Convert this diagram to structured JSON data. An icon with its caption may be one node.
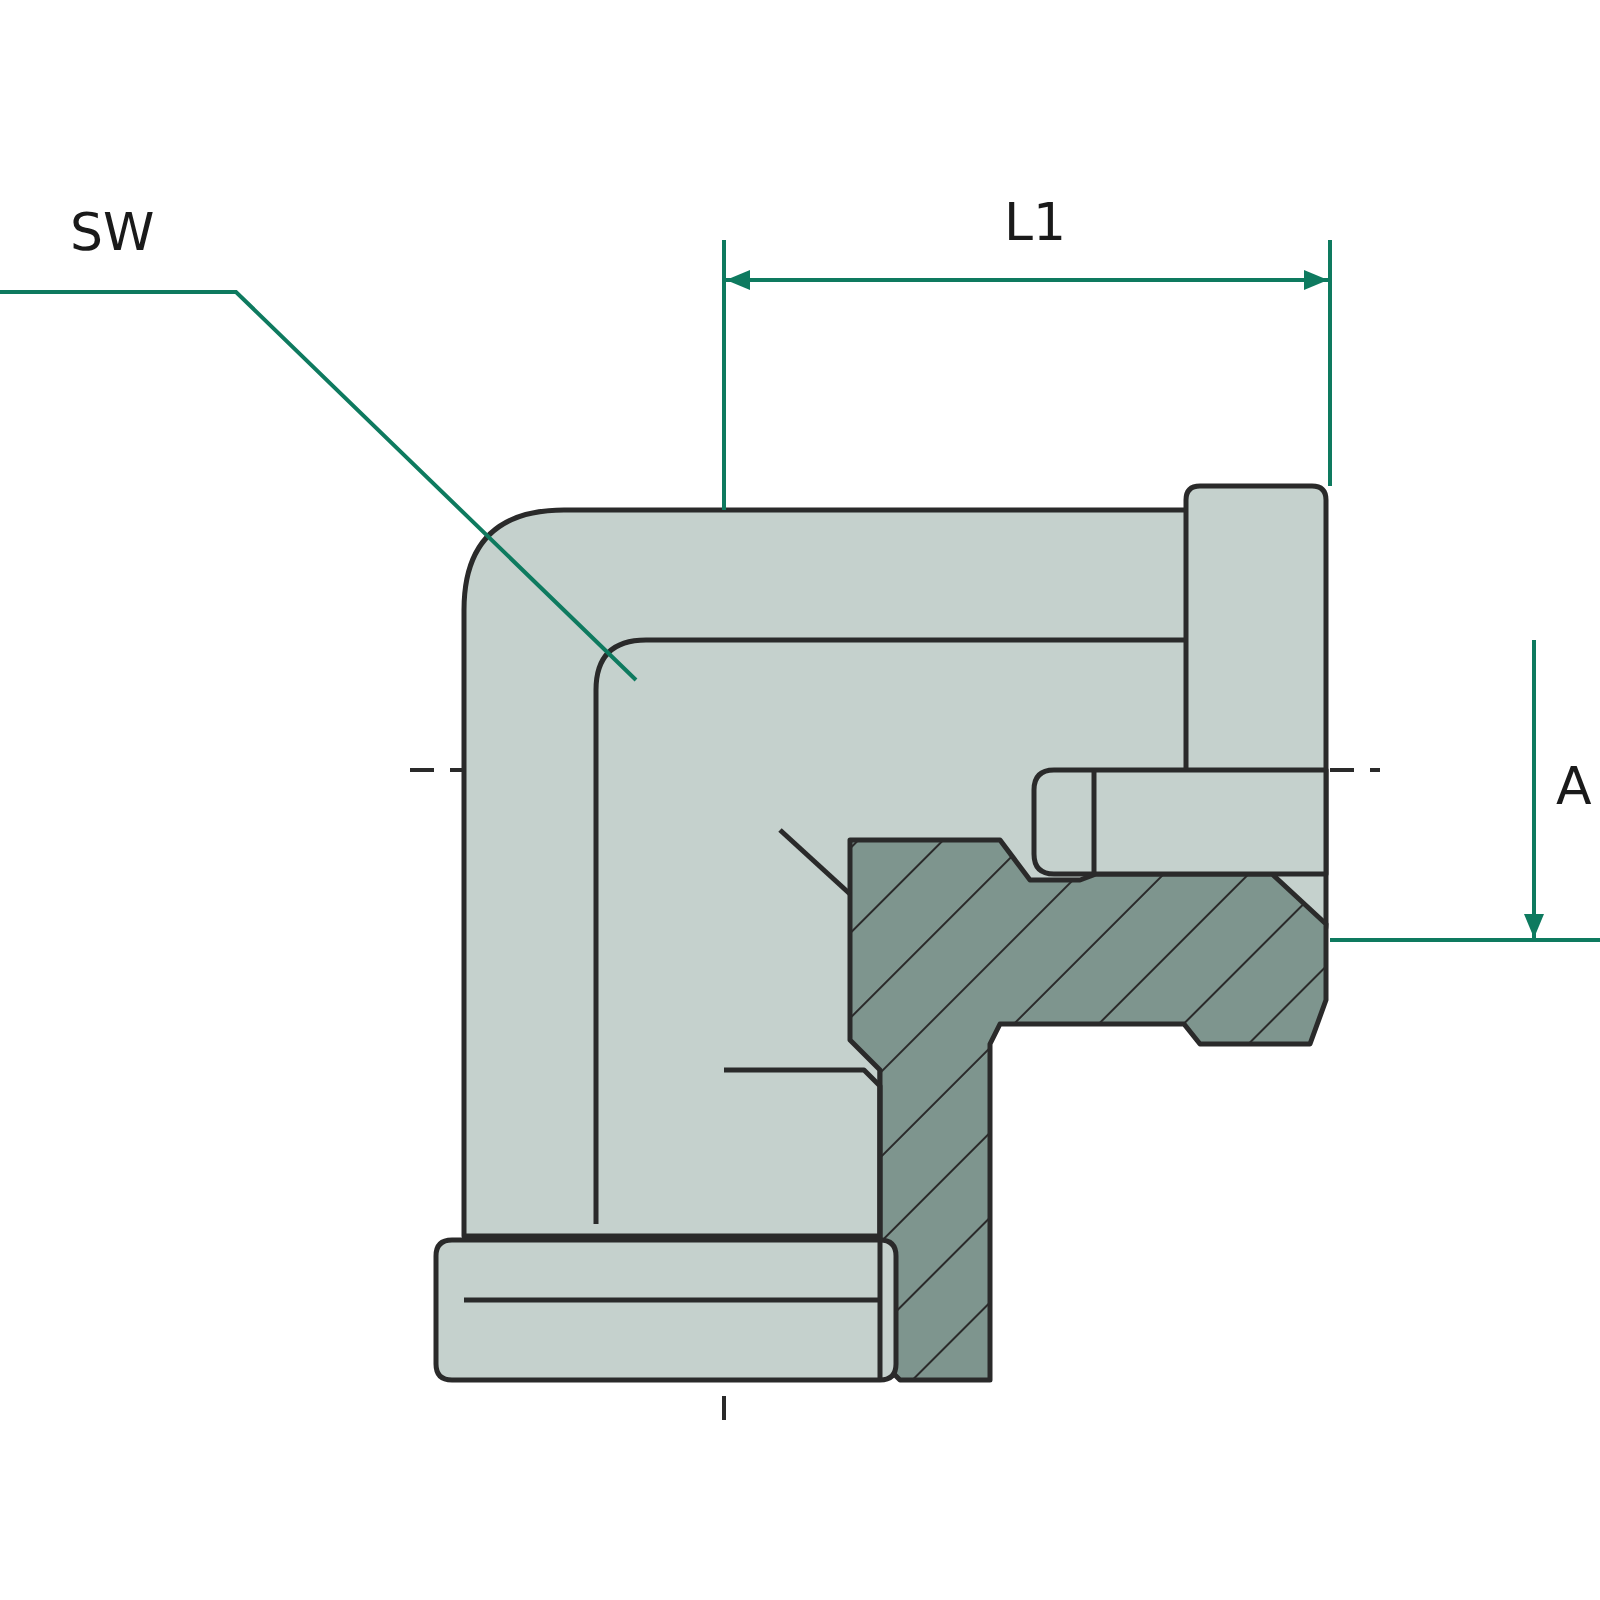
{
  "diagram": {
    "nodes": [
      {
        "text": [
          "SW"
        ]
      },
      {
        "text": [],
        "shape": "picture"
      }
    ],
    "edges": [
      {
        "from": 0,
        "to": 1,
        "arrow": "none"
      }
    ],
    "labels": [
      "L1",
      "A"
    ]
  }
}
